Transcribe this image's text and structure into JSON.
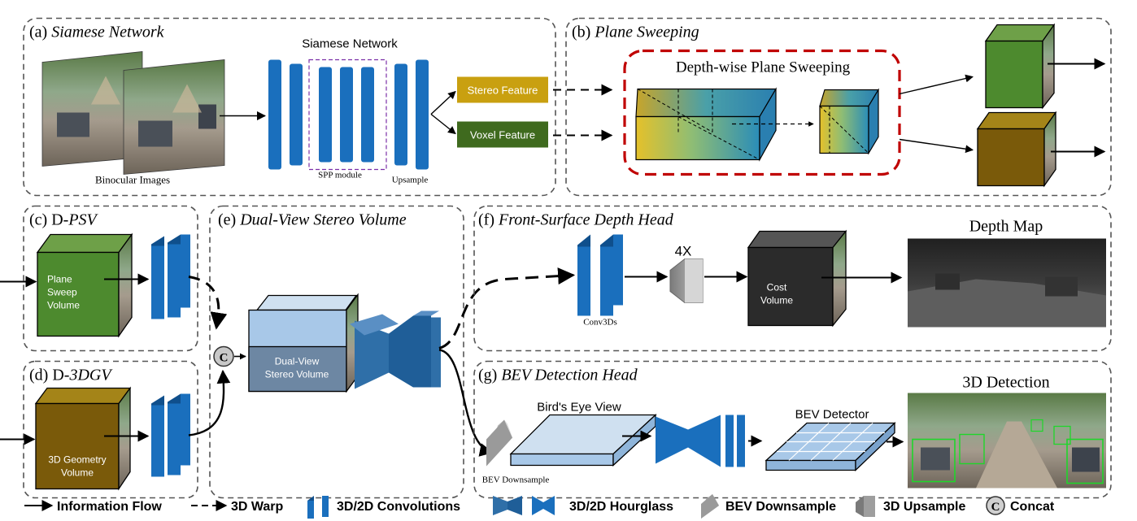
{
  "colors": {
    "blue": "#1a6fbd",
    "blue_dark": "#0f4f8c",
    "gold": "#c9a010",
    "olive_green": "#3f6a1e",
    "green_box": "#4d8a2e",
    "brown_box": "#7a5a0a",
    "light_blue_box": "#a8c8e8",
    "dark_red": "#c00000",
    "panel_border": "#555555",
    "gray_glyph": "#9a9a9a"
  },
  "panels": {
    "a": {
      "tag": "(a) ",
      "title": "Siamese Network"
    },
    "b": {
      "tag": "(b) ",
      "title": "Plane Sweeping"
    },
    "c": {
      "tag": "(c) D-",
      "title": "PSV"
    },
    "d": {
      "tag": "(d) D-",
      "title": "3DGV"
    },
    "e": {
      "tag": "(e) ",
      "title": "Dual-View Stereo Volume"
    },
    "f": {
      "tag": "(f) ",
      "title": "Front-Surface Depth Head"
    },
    "g": {
      "tag": "(g) ",
      "title": "BEV Detection Head"
    }
  },
  "labels": {
    "binocular_images": "Binocular Images",
    "siamese_network": "Siamese Network",
    "spp_module": "SPP module",
    "upsample": "Upsample",
    "stereo_feature": "Stereo Feature",
    "voxel_feature": "Voxel Feature",
    "depthwise_plane_sweeping": "Depth-wise Plane Sweeping",
    "plane_sweep_volume_1": "Plane",
    "plane_sweep_volume_2": "Sweep",
    "plane_sweep_volume_3": "Volume",
    "geometry_volume_1": "3D Geometry",
    "geometry_volume_2": "Volume",
    "concat_symbol": "C",
    "dual_view_1": "Dual-View",
    "dual_view_2": "Stereo Volume",
    "conv3ds": "Conv3Ds",
    "four_x": "4X",
    "cost_volume_1": "Cost",
    "cost_volume_2": "Volume",
    "depth_map": "Depth Map",
    "birds_eye_view": "Bird's Eye View",
    "bev_detector": "BEV Detector",
    "bev_downsample": "BEV Downsample",
    "detection_3d": "3D Detection"
  },
  "legend": {
    "information_flow": "Information Flow",
    "warp_3d": "3D Warp",
    "convolutions": "3D/2D Convolutions",
    "hourglass": "3D/2D Hourglass",
    "bev_downsample": "BEV Downsample",
    "upsample_3d": "3D Upsample",
    "concat": "Concat",
    "concat_symbol": "C"
  }
}
